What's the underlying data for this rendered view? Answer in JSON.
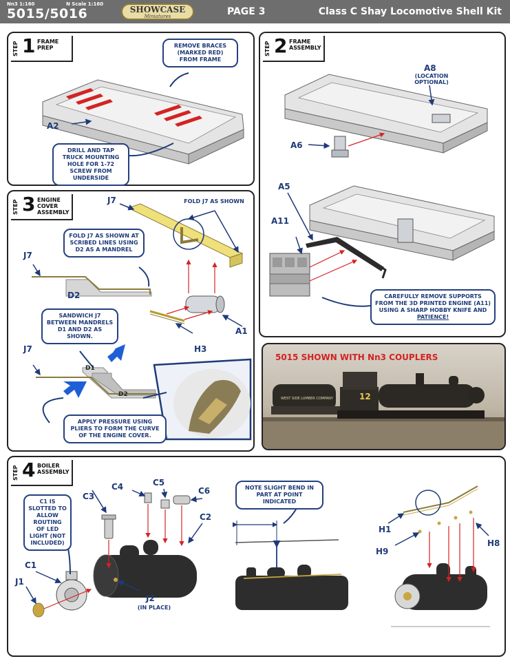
{
  "header": {
    "scale_left": "Nn3 1:160",
    "scale_right": "N Scale 1:160",
    "model_number": "5015/5016",
    "logo_main": "SHOWCASE",
    "logo_sub": "Miniatures",
    "page": "PAGE 3",
    "title": "Class C Shay Locomotive Shell Kit"
  },
  "step1": {
    "step_word": "STEP",
    "number": "1",
    "title_line1": "FRAME",
    "title_line2": "PREP",
    "callout_braces": "REMOVE BRACES (MARKED RED) FROM FRAME",
    "callout_drill": "DRILL AND TAP TRUCK MOUNTING HOLE FOR 1-72 SCREW FROM UNDERSIDE",
    "label_a2": "A2"
  },
  "step2": {
    "step_word": "STEP",
    "number": "2",
    "title_line1": "FRAME",
    "title_line2": "ASSEMBLY",
    "label_a8": "A8",
    "note_a8": "(LOCATION OPTIONAL)",
    "label_a6": "A6",
    "label_a5": "A5",
    "label_a11": "A11",
    "callout_supports": "CAREFULLY REMOVE SUPPORTS FROM THE 3D PRINTED ENGINE (A11) USING A SHARP HOBBY KNIFE AND",
    "callout_supports_emph": "PATIENCE!"
  },
  "step3": {
    "step_word": "STEP",
    "number": "3",
    "title_line1": "ENGINE",
    "title_line2": "COVER",
    "title_line3": "ASSEMBLY",
    "label_j7_top": "J7",
    "note_fold_top": "FOLD J7 AS SHOWN",
    "callout_fold": "FOLD J7 AS SHOWN AT SCRIBED LINES USING D2 AS A MANDREL",
    "label_j7_mid": "J7",
    "label_d2": "D2",
    "label_a1": "A1",
    "label_h3": "H3",
    "callout_sandwich": "SANDWICH J7 BETWEEN MANDRELS D1 AND D2 AS SHOWN.",
    "label_j7_low": "J7",
    "label_d1_block": "D1",
    "label_d2_block": "D2",
    "callout_pressure": "APPLY PRESSURE USING PLIERS TO FORM THE CURVE OF THE ENGINE COVER."
  },
  "photo": {
    "caption": "5015 SHOWN WITH Nn3 COUPLERS",
    "number_plate": "12",
    "tender_text": "WEST SIDE LUMBER COMPANY"
  },
  "step4": {
    "step_word": "STEP",
    "number": "4",
    "title_line1": "BOILER",
    "title_line2": "ASSEMBLY",
    "callout_c1": "C1 IS SLOTTED TO ALLOW ROUTING OF LED LIGHT (NOT INCLUDED)",
    "label_c1": "C1",
    "label_j1": "J1",
    "label_c3": "C3",
    "label_c4": "C4",
    "label_c5": "C5",
    "label_c6": "C6",
    "label_c2": "C2",
    "label_j2": "J2",
    "note_j2": "(IN PLACE)",
    "callout_bend": "NOTE SLIGHT BEND IN PART AT POINT INDICATED",
    "label_h1": "H1",
    "label_h9": "H9",
    "label_h8": "H8"
  },
  "colors": {
    "header_bg": "#6e6e6e",
    "callout_blue": "#1e3a78",
    "brace_red": "#d42323",
    "part_yellow": "#efe07a"
  }
}
